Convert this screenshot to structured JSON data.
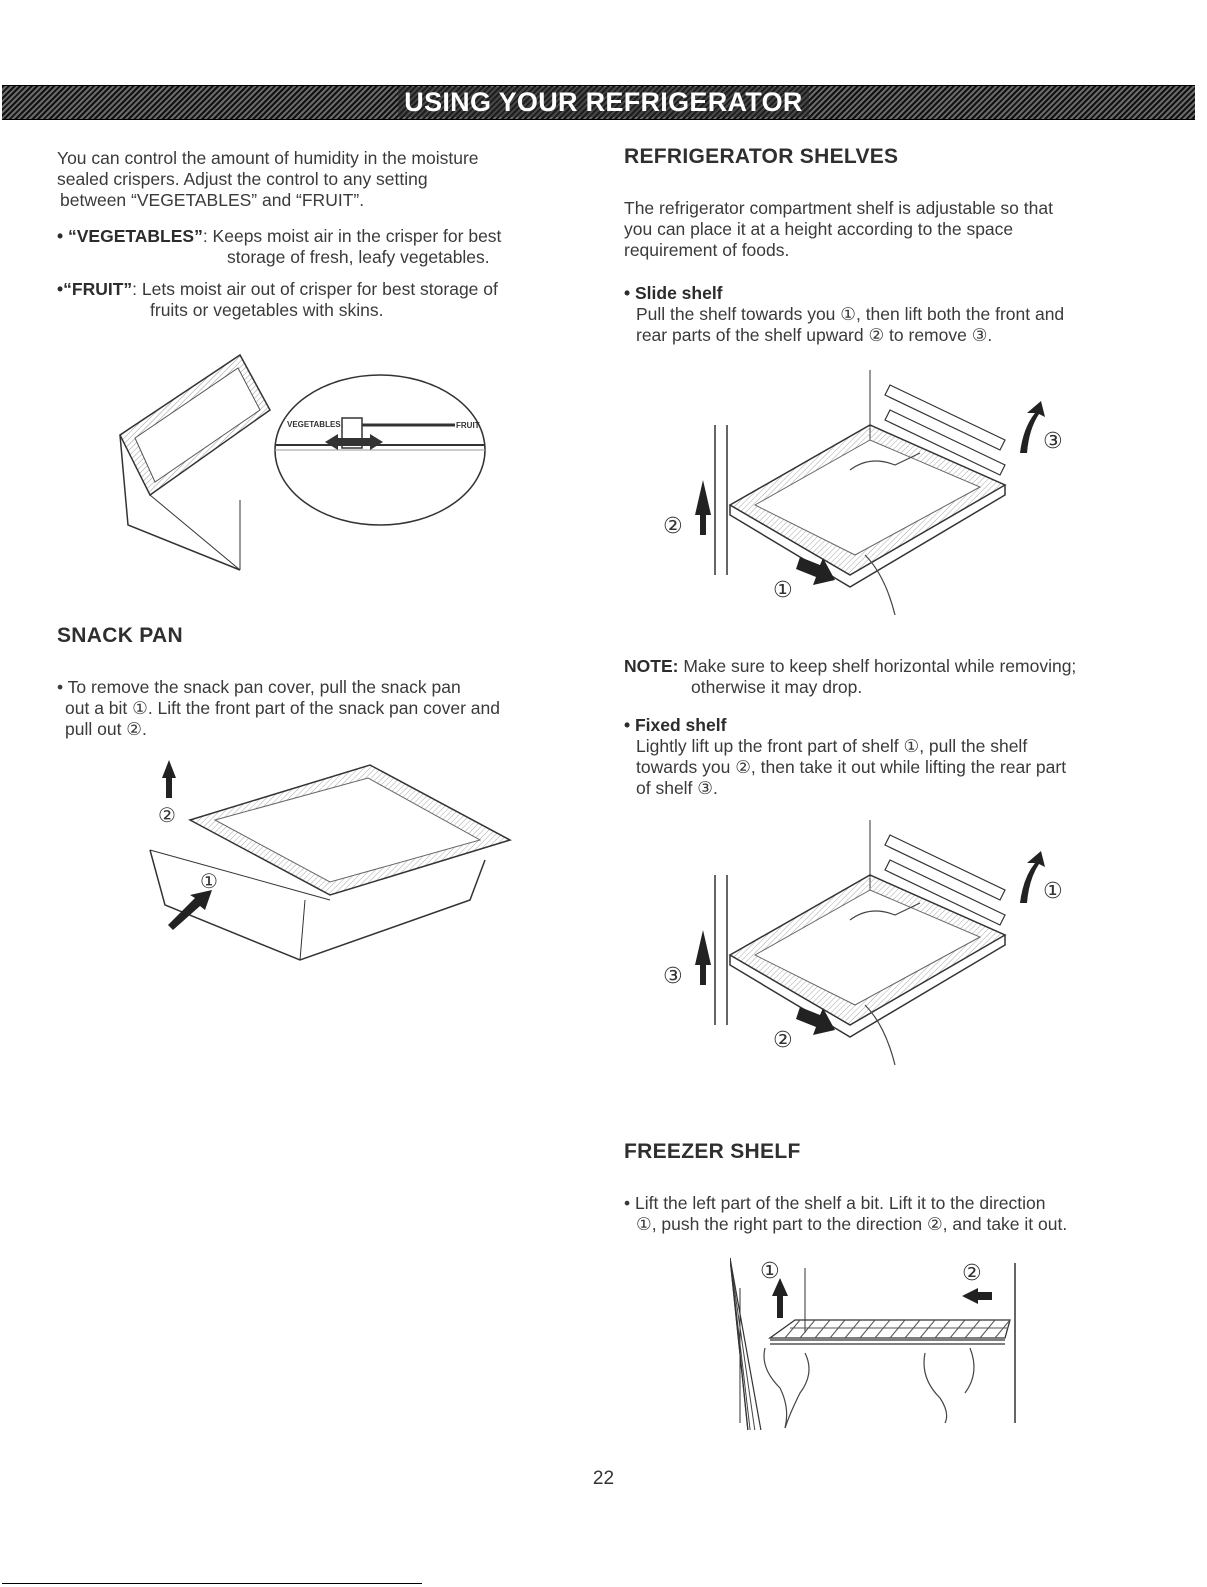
{
  "banner_title": "USING YOUR REFRIGERATOR",
  "humidity": {
    "intro_1": "You can control the amount of humidity in the moisture",
    "intro_2": "sealed crispers. Adjust the control to any setting",
    "intro_3": "between “VEGETABLES” and “FRUIT”.",
    "veg_label": "• “VEGETABLES”",
    "veg_text_1": ": Keeps moist air in the crisper for best",
    "veg_text_2": "storage of fresh, leafy vegetables.",
    "fruit_label": "•“FRUIT”",
    "fruit_text_1": ": Lets moist air out of crisper for best storage of",
    "fruit_text_2": "fruits or vegetables with skins.",
    "dial_left": "VEGETABLES",
    "dial_right": "FRUIT"
  },
  "snack_pan": {
    "heading": "SNACK PAN",
    "line_1": "• To remove the snack pan cover, pull the snack pan",
    "line_2": "out a bit ①. Lift the front part of the snack pan cover and",
    "line_3": "pull out ②.",
    "mark_1": "①",
    "mark_2": "②"
  },
  "fridge_shelves": {
    "heading": "REFRIGERATOR SHELVES",
    "intro_1": "The refrigerator compartment shelf is adjustable so that",
    "intro_2": "you can place it at a height according to the space",
    "intro_3": "requirement of foods.",
    "slide_label": "• Slide shelf",
    "slide_1": "Pull the shelf towards you ①, then lift both the front and",
    "slide_2": "rear parts of the shelf upward ② to remove ③.",
    "fig1_mark_1": "①",
    "fig1_mark_2": "②",
    "fig1_mark_3": "③",
    "note_label": "NOTE:",
    "note_1": " Make sure to keep shelf horizontal while removing;",
    "note_2": "otherwise it may drop.",
    "fixed_label": "• Fixed shelf",
    "fixed_1": "Lightly lift up the front part of shelf ①, pull the shelf",
    "fixed_2": "towards you ②, then take it out while lifting the rear part",
    "fixed_3": "of shelf ③.",
    "fig2_mark_1": "①",
    "fig2_mark_2": "②",
    "fig2_mark_3": "③"
  },
  "freezer_shelf": {
    "heading": "FREEZER SHELF",
    "line_1": "• Lift the left part of the shelf a bit. Lift it to the direction",
    "line_2": "①, push the right part to the direction ②, and take it out.",
    "mark_1": "①",
    "mark_2": "②"
  },
  "page_number": "22"
}
